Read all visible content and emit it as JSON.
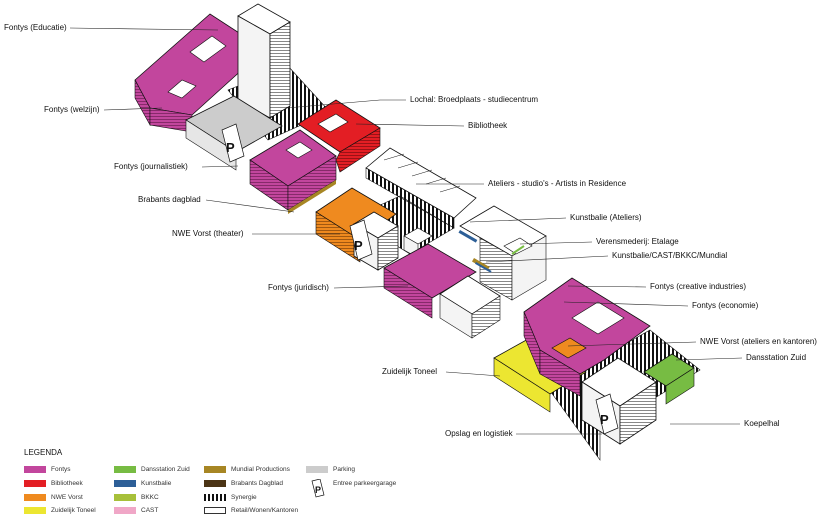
{
  "colors": {
    "fontys": "#c2469d",
    "bibliotheek": "#e31e24",
    "nwe_vorst": "#ef8a1f",
    "zuidelijk_toneel": "#ece631",
    "dansstation_zuid": "#77bc43",
    "kunstbalie": "#2d5f97",
    "bkkc": "#a7c03a",
    "cast": "#f0a7c7",
    "mundial_productions": "#a78624",
    "brabants_dagblad": "#4b3415",
    "parking": "#cccccc",
    "retail": "#ffffff"
  },
  "callouts": [
    {
      "id": "fontys-educatie",
      "text": "Fontys (Educatie)"
    },
    {
      "id": "fontys-welzijn",
      "text": "Fontys (welzijn)"
    },
    {
      "id": "fontys-journalistiek",
      "text": "Fontys (journalistiek)"
    },
    {
      "id": "brabants-dagblad",
      "text": "Brabants dagblad"
    },
    {
      "id": "nwe-vorst-theater",
      "text": "NWE Vorst (theater)"
    },
    {
      "id": "fontys-juridisch",
      "text": "Fontys (juridisch)"
    },
    {
      "id": "zuidelijk-toneel",
      "text": "Zuidelijk Toneel"
    },
    {
      "id": "opslag-logistiek",
      "text": "Opslag en logistiek"
    },
    {
      "id": "lochal",
      "text": "Lochal: Broedplaats - studiecentrum"
    },
    {
      "id": "bibliotheek",
      "text": "Bibliotheek"
    },
    {
      "id": "ateliers",
      "text": "Ateliers - studio's - Artists in Residence"
    },
    {
      "id": "kunstbalie-ateliers",
      "text": "Kunstbalie (Ateliers)"
    },
    {
      "id": "verensmederij",
      "text": "Verensmederij: Etalage"
    },
    {
      "id": "kunstbalie-cast",
      "text": "Kunstbalie/CAST/BKKC/Mundial"
    },
    {
      "id": "fontys-creative",
      "text": "Fontys (creative industries)"
    },
    {
      "id": "fontys-economie",
      "text": "Fontys (economie)"
    },
    {
      "id": "nwe-vorst-ateliers",
      "text": "NWE Vorst (ateliers en kantoren)"
    },
    {
      "id": "dansstation-zuid",
      "text": "Dansstation Zuid"
    },
    {
      "id": "koepelhal",
      "text": "Koepelhal"
    }
  ],
  "parking_symbol": "P",
  "legend": {
    "title": "LEGENDA",
    "items": [
      {
        "label": "Fontys",
        "swatch": "fontys"
      },
      {
        "label": "Bibliotheek",
        "swatch": "bibliotheek"
      },
      {
        "label": "NWE Vorst",
        "swatch": "nwe_vorst"
      },
      {
        "label": "Zuidelijk Toneel",
        "swatch": "zuidelijk_toneel"
      },
      {
        "label": "Dansstation Zuid",
        "swatch": "dansstation_zuid"
      },
      {
        "label": "Kunstbalie",
        "swatch": "kunstbalie"
      },
      {
        "label": "BKKC",
        "swatch": "bkkc"
      },
      {
        "label": "CAST",
        "swatch": "cast"
      },
      {
        "label": "Mundial Productions",
        "swatch": "mundial_productions"
      },
      {
        "label": "Brabants Dagblad",
        "swatch": "brabants_dagblad"
      },
      {
        "label": "Synergie",
        "swatch": "synergie"
      },
      {
        "label": "Retail/Wonen/Kantoren",
        "swatch": "retail"
      },
      {
        "label": "Parking",
        "swatch": "parking"
      },
      {
        "label": "Entree parkeergarage",
        "swatch": "parking-entry"
      }
    ]
  }
}
